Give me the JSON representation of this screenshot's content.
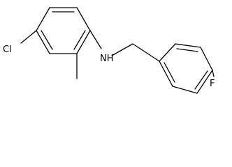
{
  "molecule": {
    "atoms": {
      "chlorine": "Cl",
      "amine": "NH",
      "fluorine": "F"
    }
  }
}
